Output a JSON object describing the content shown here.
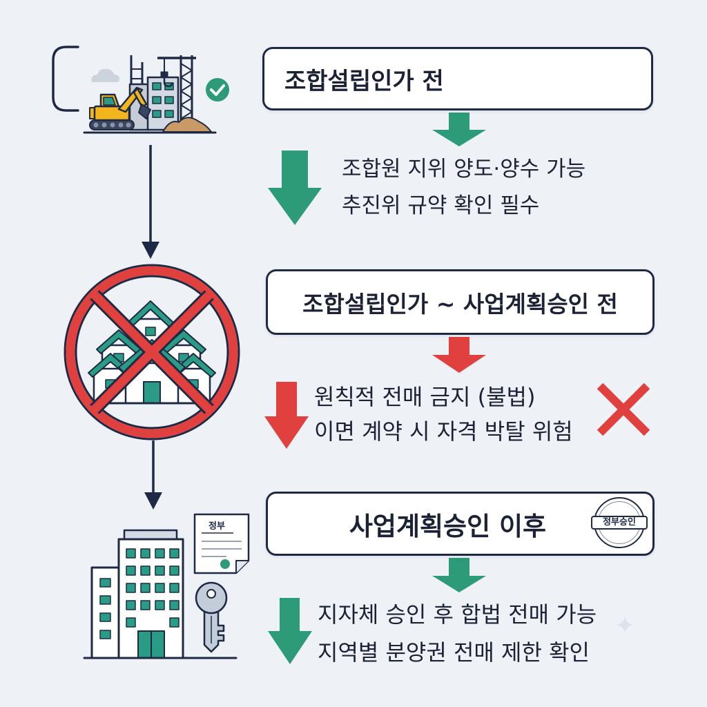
{
  "stages": [
    {
      "title": "조합설립인가 전",
      "lines": [
        "조합원 지위 양도·양수 가능",
        "추진위 규약 확인 필수"
      ]
    },
    {
      "title": "조합설립인가 ~ 사업계획승인 전",
      "lines": [
        "원칙적 전매 금지 (불법)",
        "이면 계약 시 자격 박탈 위험"
      ]
    },
    {
      "title": "사업계획승인 이후",
      "lines": [
        "지자체 승인 후 합법 전매 가능",
        "지역별 분양권 전매 제한 확인"
      ],
      "document_label": "정부",
      "stamp_text": "정부승인"
    }
  ],
  "icons": {
    "stage1_illustration": "construction-site-icon",
    "stage1_badge": "check-circle-icon",
    "stage2_illustration": "prohibited-houses-icon",
    "stage2_badge": "x-mark-icon",
    "stage3_illustration": "office-building-icon",
    "stage3_extras": [
      "document-icon",
      "key-icon",
      "approval-stamp-icon"
    ],
    "flow": "down-arrow-icon"
  },
  "colors": {
    "background": "#eef1f6",
    "navy": "#1e2a45",
    "green": "#2d9b77",
    "red": "#e0403e",
    "teal": "#2a9c86"
  }
}
